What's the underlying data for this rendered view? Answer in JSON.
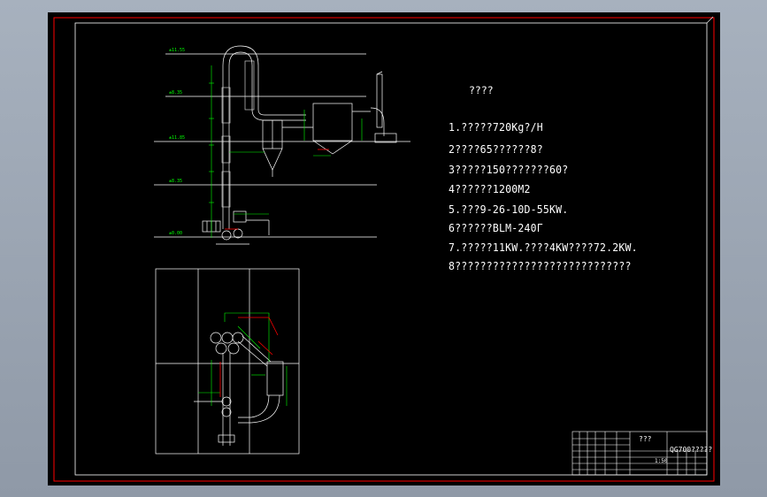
{
  "notes": {
    "title": "????",
    "lines": [
      "1.?????720Kg?/H",
      "2????65??????8?",
      "3?????150???????60?",
      "4??????1200M2",
      "5.???9-26-10D-55KW.",
      "6??????BLM-240Г",
      "7.?????11KW.????4KW????72.2KW.",
      "8????????????????????????????"
    ]
  },
  "elevation_marks": [
    "±11.55",
    "±8.35",
    "±11.85",
    "±8.35",
    "±0.00"
  ],
  "title_block": {
    "name": "???",
    "drawing_no": "QG700?????",
    "scale": "1:50"
  },
  "colors": {
    "background": "#000000",
    "frame": "#ff0000",
    "lines": "#ffffff",
    "dimensions": "#00ff00",
    "highlight": "#ff0000"
  }
}
